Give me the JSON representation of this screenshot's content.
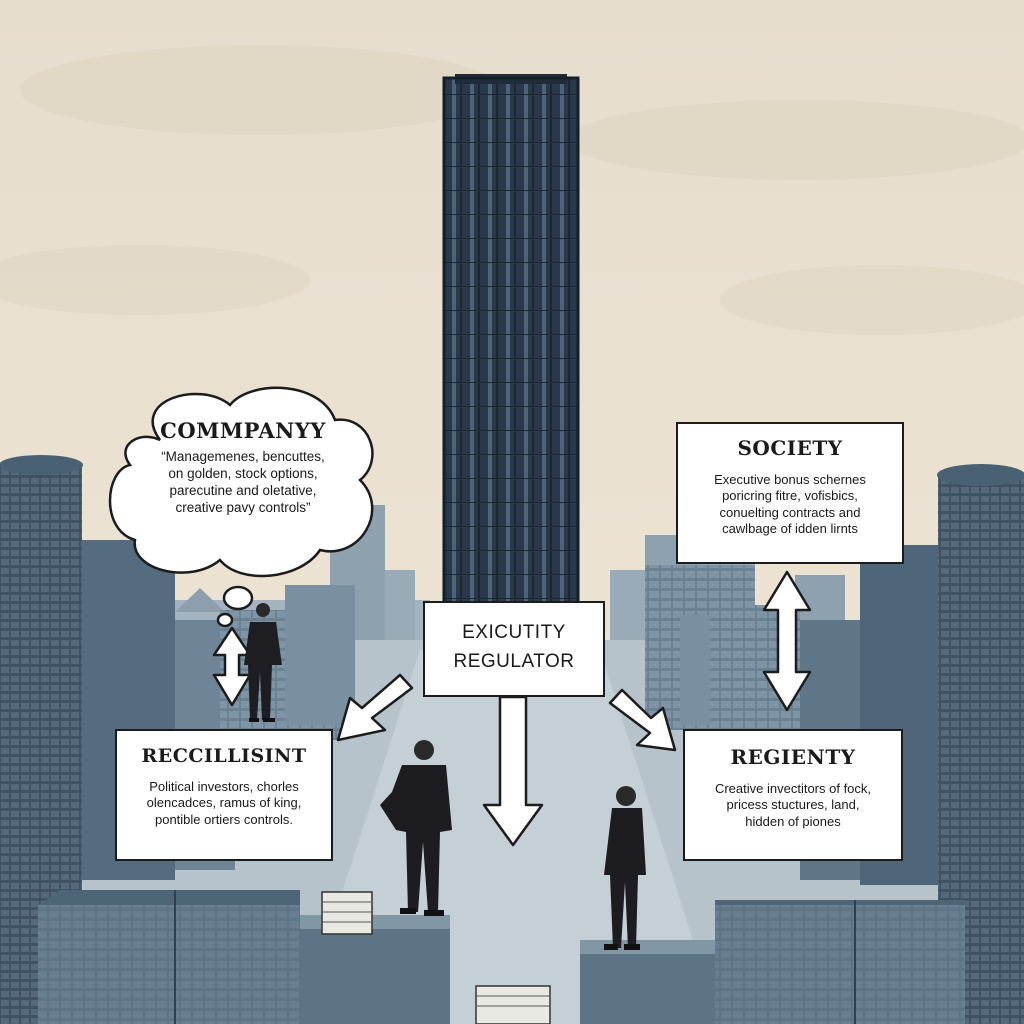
{
  "colors": {
    "sky": "#ede4d3",
    "building_dark": "#2c3a48",
    "building_mid": "#5a7285",
    "building_light": "#8da2b1",
    "ink": "#1a1a1a",
    "box_fill": "#ffffff"
  },
  "company": {
    "title": "COMMPANYY",
    "lines": [
      "“Managemenes, bencuttes,",
      "on golden, stock options,",
      "parecutine and oletative,",
      "creative pavy controls”"
    ]
  },
  "society": {
    "title": "SOCIETY",
    "lines": [
      "Executive bonus schernes",
      "poricring fitre, vofisbics,",
      "conuelting contracts and",
      "cawlbage of idden lirnts"
    ]
  },
  "regulator": {
    "title_lines": [
      "EXICUTITY",
      "REGULATOR"
    ]
  },
  "recollisint": {
    "title": "RECCILLISINT",
    "lines": [
      "Political investors, chorles",
      "olencadces, ramus of king,",
      "pontible ortiers controls."
    ]
  },
  "regienty": {
    "title": "REGIENTY",
    "lines": [
      "Creative invectitors of fock,",
      "pricess stuctures, land,",
      "hidden of piones"
    ]
  },
  "icons": {
    "bubble": "thought-bubble-icon",
    "arrows": [
      "double-arrow-vertical-icon",
      "arrow-down-left-icon",
      "arrow-down-icon",
      "arrow-down-right-icon"
    ],
    "figures": [
      "businessman-icon",
      "businesswoman-icon"
    ]
  }
}
